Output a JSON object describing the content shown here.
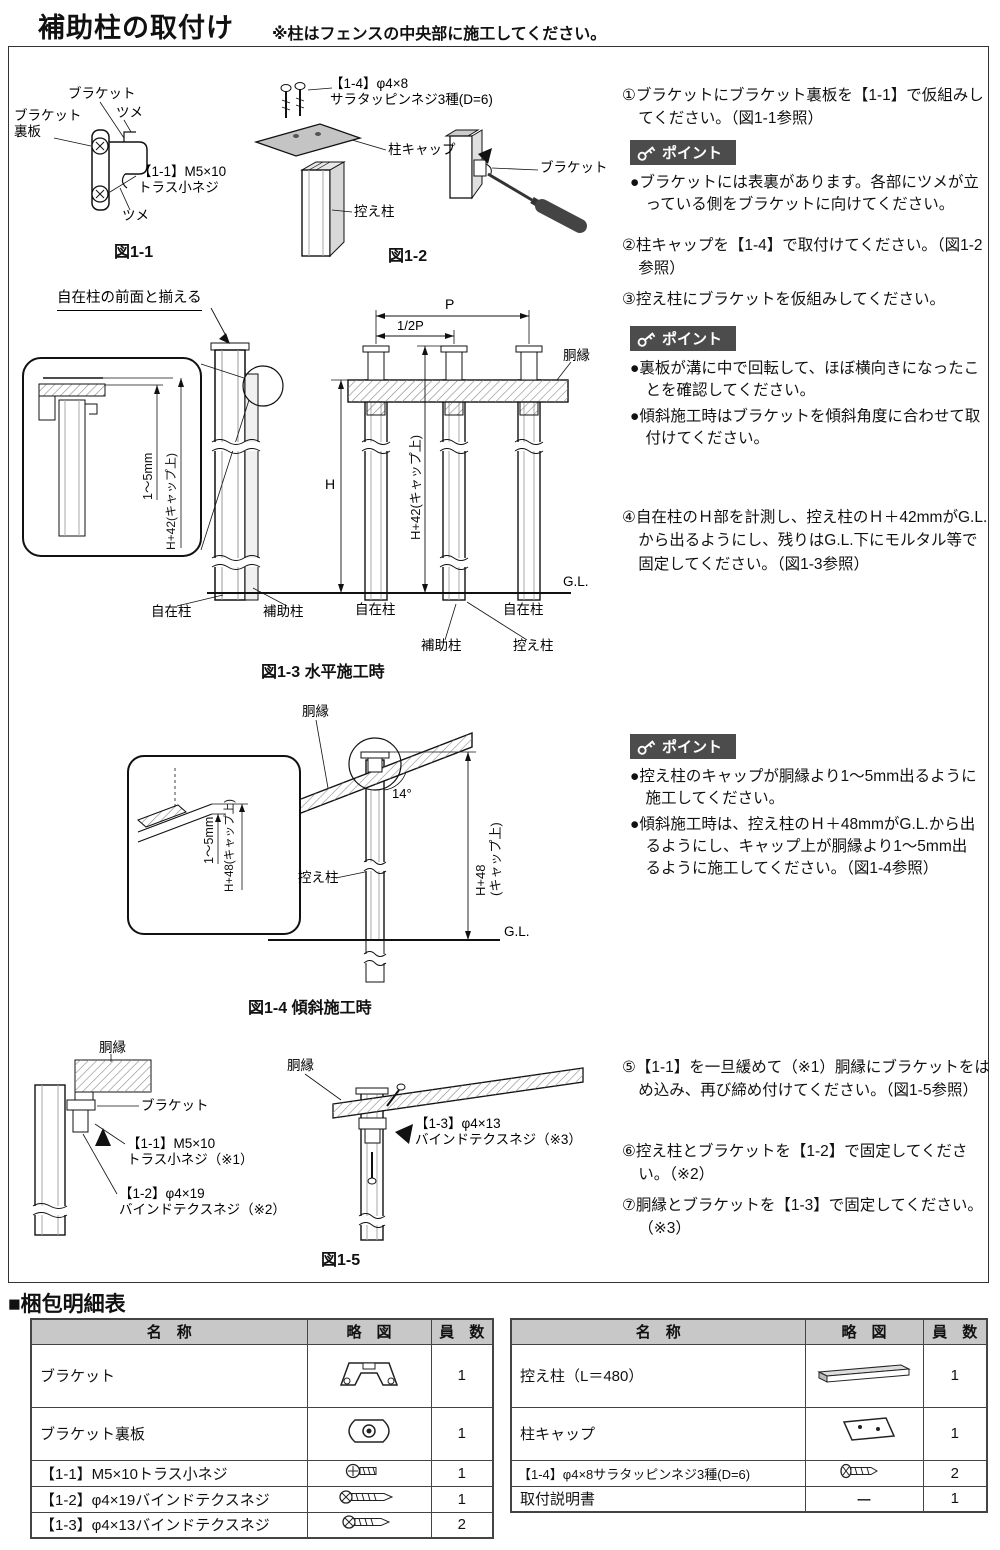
{
  "page": {
    "title": "補助柱の取付け",
    "subtitle": "※柱はフェンスの中央部に施工してください。"
  },
  "colors": {
    "point_bar_bg": "#4c4c4c",
    "table_header_bg": "#c8c8c8",
    "line_color": "#111111"
  },
  "icons": {
    "point_header": "key-icon",
    "fig_arrows": "black-arrow-icon"
  },
  "points": {
    "label": "ポイント",
    "p1": [
      "●ブラケットには表裏があります。各部にツメが立っている側をブラケットに向けてください。"
    ],
    "p2": [
      "●裏板が溝に中で回転して、ほぼ横向きになったことを確認してください。",
      "●傾斜施工時はブラケットを傾斜角度に合わせて取付けてください。"
    ],
    "p3": [
      "●控え柱のキャップが胴縁より1～5mm出るように施工してください。",
      "●傾斜施工時は、控え柱のＨ＋48mmがG.L.から出るようにし、キャップ上が胴縁より1～5mm出るように施工してください。（図1-4参照）"
    ]
  },
  "steps": {
    "s1": "①ブラケットにブラケット裏板を【1-1】で仮組みしてください。（図1-1参照）",
    "s2": "②柱キャップを【1-4】で取付けてください。（図1-2参照）",
    "s3": "③控え柱にブラケットを仮組みしてください。",
    "s4": "④自在柱のＨ部を計測し、控え柱のＨ＋42mmがG.L.から出るようにし、残りはG.L.下にモルタル等で固定してください。（図1-3参照）",
    "s5": "⑤【1-1】を一旦緩めて（※1）胴縁にブラケットをはめ込み、再び締め付けてください。（図1-5参照）",
    "s6": "⑥控え柱とブラケットを【1-2】で固定してください。（※2）",
    "s7": "⑦胴縁とブラケットを【1-3】で固定してください。（※3）"
  },
  "fig1_1": {
    "caption": "図1-1",
    "bracket": "ブラケット",
    "tab_top": "ツメ",
    "back_plate": "ブラケット\n裏板",
    "screw": "【1-1】M5×10\nトラス小ネジ",
    "tab_bottom": "ツメ"
  },
  "fig1_2": {
    "caption": "図1-2",
    "screw": "【1-4】φ4×8\nサラタッピンネジ3種(D=6)",
    "cap": "柱キャップ",
    "post": "控え柱",
    "bracket": "ブラケット"
  },
  "fig1_3": {
    "caption": "図1-3 水平施工時",
    "align_note": "自在柱の前面と揃える",
    "p": "P",
    "half_p": "1/2P",
    "rail": "胴縁",
    "h": "H",
    "h42_center": "H+42(キャップ上)",
    "detail_gap": "1～5mm",
    "detail_h42": "H+42(キャップ上)",
    "gl": "G.L.",
    "post_jizai_1": "自在柱",
    "post_hojo_1": "補助柱",
    "post_jizai_2": "自在柱",
    "post_jizai_3": "自在柱",
    "post_hojo_2": "補助柱",
    "post_hikae": "控え柱"
  },
  "fig1_4": {
    "caption": "図1-4 傾斜施工時",
    "rail": "胴縁",
    "angle": "14°",
    "h48": "H+48\n(キャップ上)",
    "detail_gap": "1～5mm",
    "detail_h48": "H+48(キャップ上)",
    "post": "控え柱",
    "gl": "G.L."
  },
  "fig1_5": {
    "caption": "図1-5",
    "rail_left": "胴縁",
    "bracket": "ブラケット",
    "screw1": "【1-1】M5×10\nトラス小ネジ（※1）",
    "screw2": "【1-2】φ4×19\nバインドテクスネジ（※2）",
    "rail_right": "胴縁",
    "screw3": "【1-3】φ4×13\nバインドテクスネジ（※3）"
  },
  "packing": {
    "heading": "■梱包明細表",
    "headers": [
      "名　称",
      "略　図",
      "員　数"
    ],
    "left_rows": [
      {
        "name": "ブラケット",
        "qty": "1"
      },
      {
        "name": "ブラケット裏板",
        "qty": "1"
      },
      {
        "name": "【1-1】M5×10トラス小ネジ",
        "qty": "1"
      },
      {
        "name": "【1-2】φ4×19バインドテクスネジ",
        "qty": "1"
      },
      {
        "name": "【1-3】φ4×13バインドテクスネジ",
        "qty": "2"
      }
    ],
    "right_rows": [
      {
        "name": "控え柱（L＝480）",
        "qty": "1"
      },
      {
        "name": "柱キャップ",
        "qty": "1"
      },
      {
        "name": "【1-4】φ4×8サラタッピンネジ3種(D=6)",
        "qty": "2"
      },
      {
        "name": "取付説明書",
        "sketch": "ー",
        "qty": "1"
      }
    ]
  }
}
